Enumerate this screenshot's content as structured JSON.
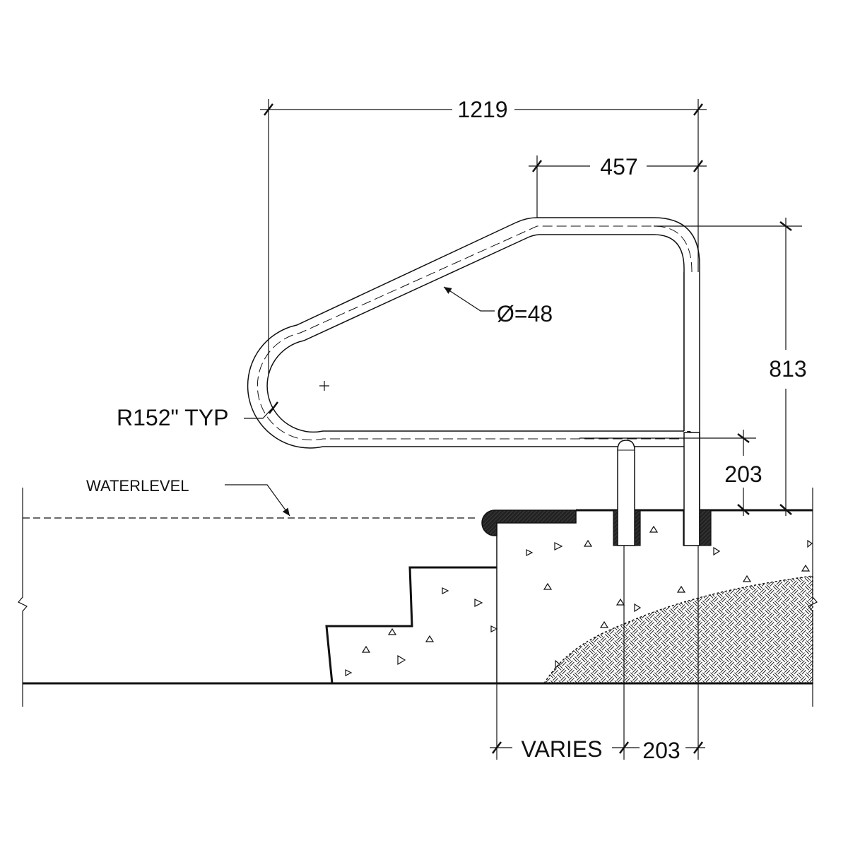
{
  "dimensions": {
    "overall_length": "1219",
    "top_length": "457",
    "height": "813",
    "post_offset_height": "203",
    "varies": "VARIES",
    "post_spacing": "203"
  },
  "labels": {
    "diameter": "Ø=48",
    "radius": "R152\" TYP",
    "waterlevel": "WATERLEVEL"
  },
  "colors": {
    "line": "#111111",
    "background": "#ffffff"
  }
}
